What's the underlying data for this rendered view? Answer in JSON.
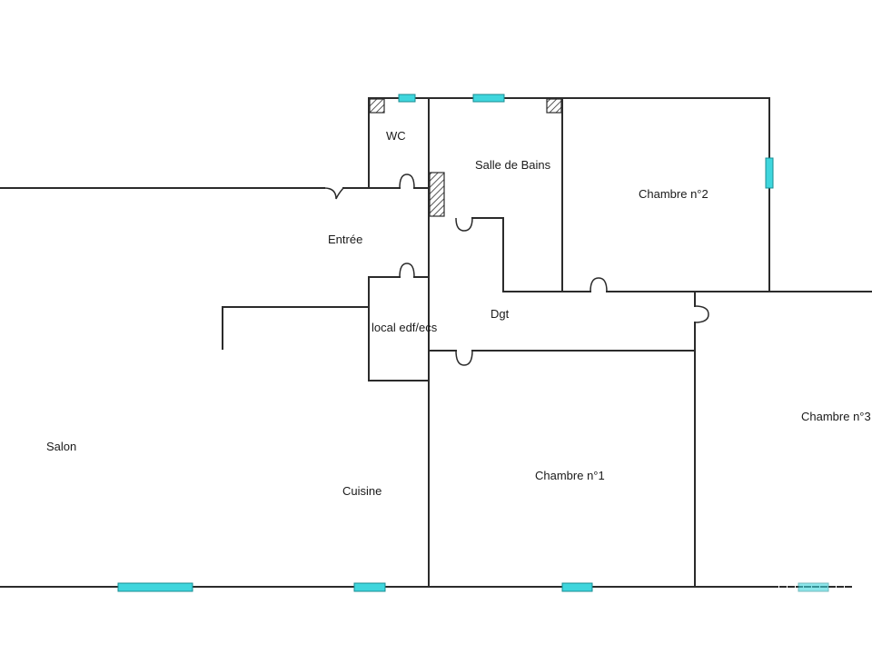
{
  "rooms": {
    "wc": "WC",
    "salle_de_bains": "Salle de Bains",
    "chambre2": "Chambre n°2",
    "entree": "Entrée",
    "local": "local edf/ecs",
    "dgt": "Dgt",
    "salon": "Salon",
    "cuisine": "Cuisine",
    "chambre1": "Chambre n°1",
    "chambre3": "Chambre n°3"
  },
  "colors": {
    "wall": "#2b2b2b",
    "window": "#3fd6dd",
    "background": "#ffffff"
  }
}
